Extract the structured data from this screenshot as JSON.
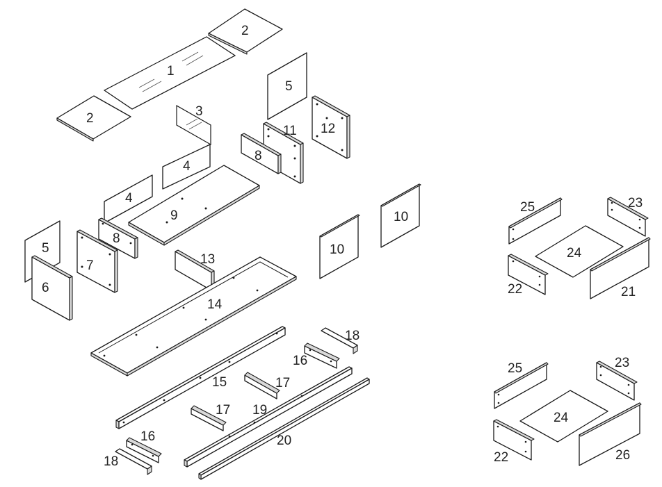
{
  "parts": {
    "p1": "1",
    "p2a": "2",
    "p2b": "2",
    "p3": "3",
    "p4a": "4",
    "p4b": "4",
    "p5a": "5",
    "p5b": "5",
    "p6": "6",
    "p7": "7",
    "p8a": "8",
    "p8b": "8",
    "p9": "9",
    "p10a": "10",
    "p10b": "10",
    "p11": "11",
    "p12": "12",
    "p13": "13",
    "p14": "14",
    "p15": "15",
    "p16a": "16",
    "p16b": "16",
    "p17a": "17",
    "p17b": "17",
    "p18a": "18",
    "p18b": "18",
    "p19": "19",
    "p20": "20",
    "d1_21": "21",
    "d1_22": "22",
    "d1_23": "23",
    "d1_24": "24",
    "d1_25": "25",
    "d2_22": "22",
    "d2_23": "23",
    "d2_24": "24",
    "d2_25": "25",
    "d2_26": "26"
  }
}
